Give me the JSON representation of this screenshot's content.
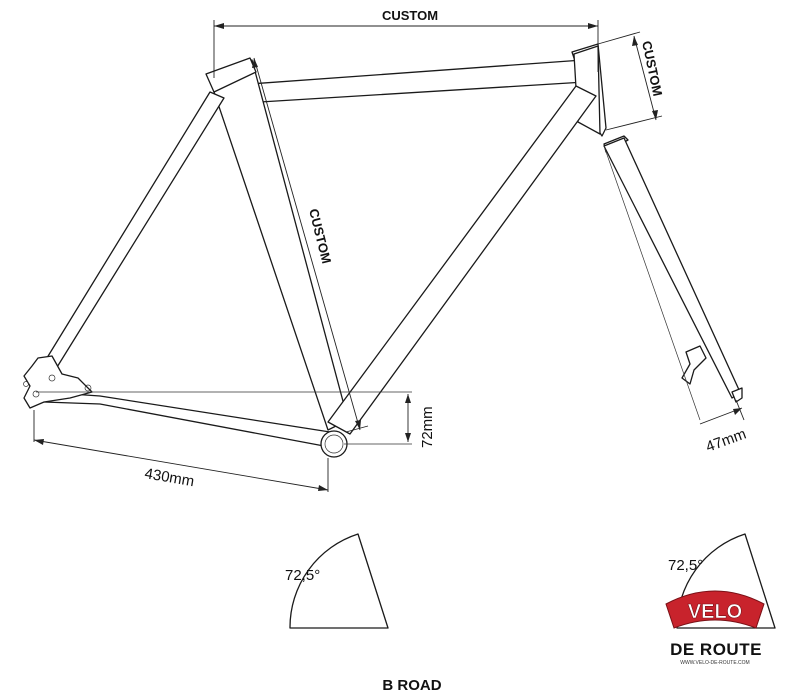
{
  "dimensions": {
    "top_tube": "CUSTOM",
    "head_tube": "CUSTOM",
    "seat_tube": "CUSTOM",
    "chainstay": "430mm",
    "bb_drop": "72mm",
    "fork_offset": "47mm"
  },
  "angles": {
    "seat_angle": "72,5°",
    "head_angle": "72,5°"
  },
  "model_name": "B ROAD",
  "logo": {
    "brand_top": "VELO",
    "brand_bottom": "DE ROUTE",
    "url": "WWW.VELO-DE-ROUTE.COM",
    "colors": {
      "red": "#c8232c",
      "white": "#ffffff"
    }
  }
}
